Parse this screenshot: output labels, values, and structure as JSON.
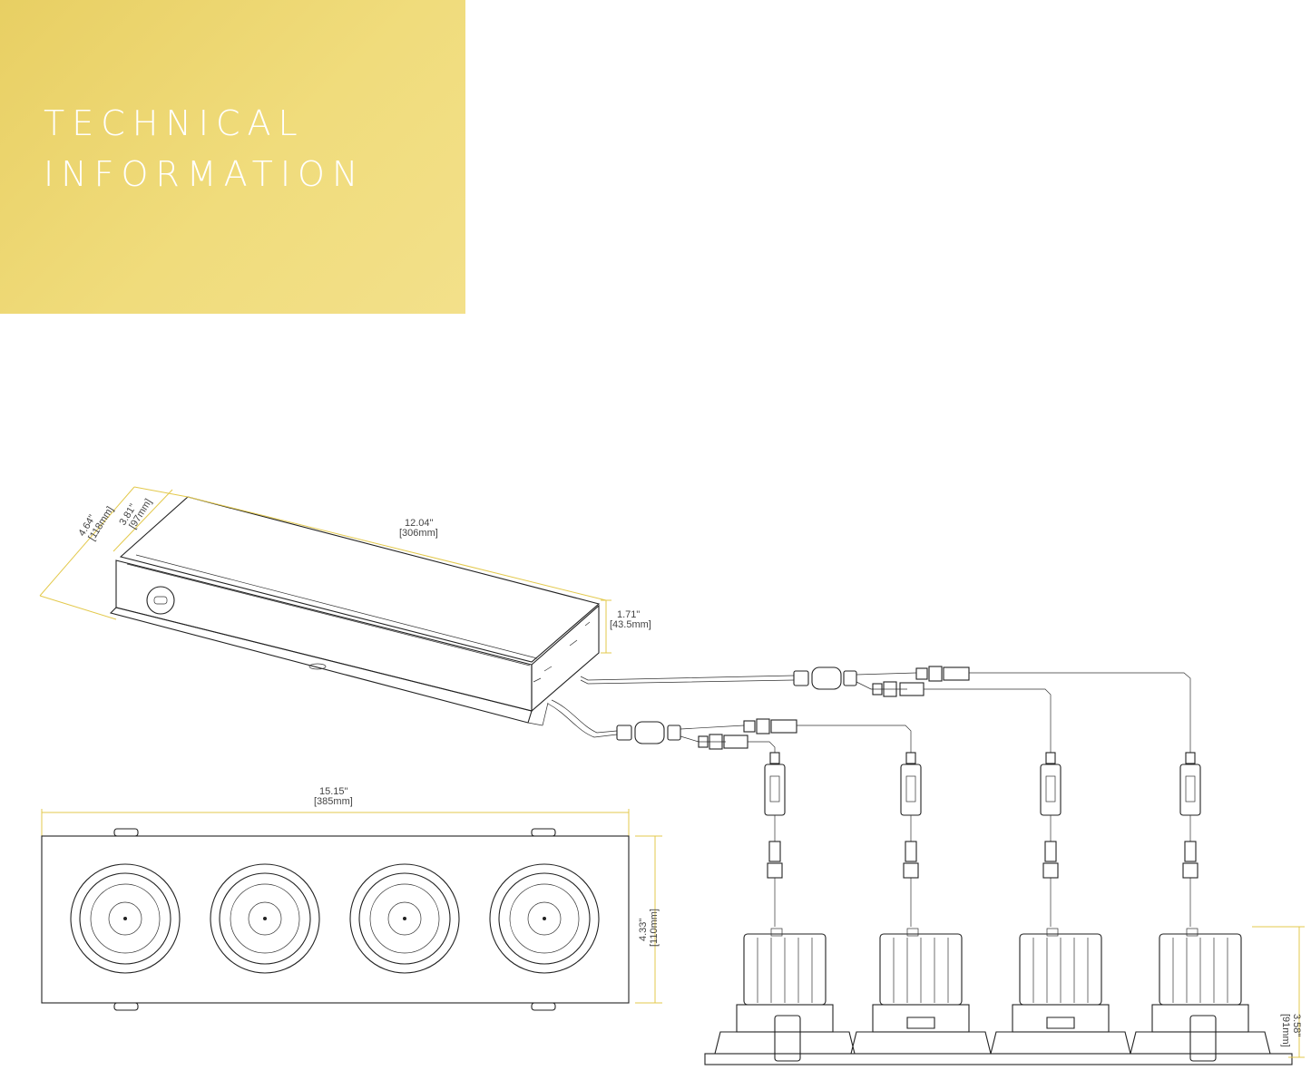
{
  "banner": {
    "title_line1": "TECHNICAL",
    "title_line2": "INFORMATION",
    "color": "#ecd46e"
  },
  "driver": {
    "width_outer": "4.64\"",
    "width_outer_mm": "[118mm]",
    "width_inner": "3.81\"",
    "width_inner_mm": "[97mm]",
    "length": "12.04\"",
    "length_mm": "[306mm]",
    "height": "1.71\"",
    "height_mm": "[43.5mm]"
  },
  "trim": {
    "length": "15.15\"",
    "length_mm": "[385mm]",
    "width": "4.33\"",
    "width_mm": "[110mm]"
  },
  "fixture": {
    "height": "3.58\"",
    "height_mm": "[91mm]"
  },
  "colors": {
    "dimension_line": "#e3c94c",
    "drawing_line": "#222222"
  }
}
